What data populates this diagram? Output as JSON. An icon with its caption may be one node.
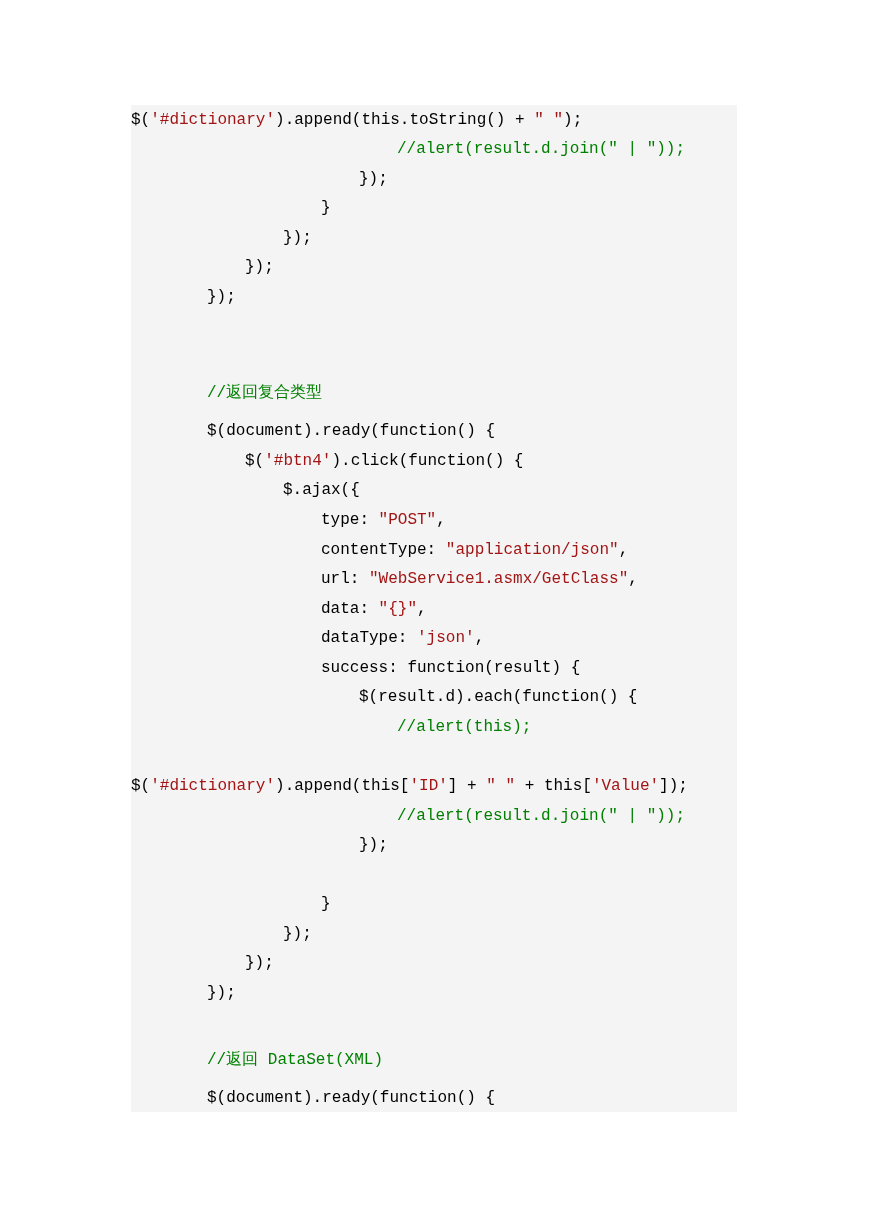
{
  "diagram": {
    "labels": [
      "$('#dictionary').append(this.toString() + \" \");",
      "//alert(result.d.join(\" | \"));",
      "});",
      "}",
      "});",
      "});",
      "});",
      "//返回复合类型",
      "$(document).ready(function() {",
      "$('#btn4').click(function() {",
      "$.ajax({",
      "type: \"POST\",",
      "contentType: \"application/json\",",
      "url: \"WebService1.asmx/GetClass\",",
      "data: \"{}\",",
      "dataType: 'json',",
      "success: function(result) {",
      "$(result.d).each(function() {",
      "//alert(this);",
      "$('#dictionary').append(this['ID'] + \" \" + this['Value']);",
      "//alert(result.d.join(\" | \"));",
      "});",
      "}",
      "});",
      "});",
      "});",
      "//返回 DataSet(XML)",
      "$(document).ready(function() {"
    ]
  }
}
